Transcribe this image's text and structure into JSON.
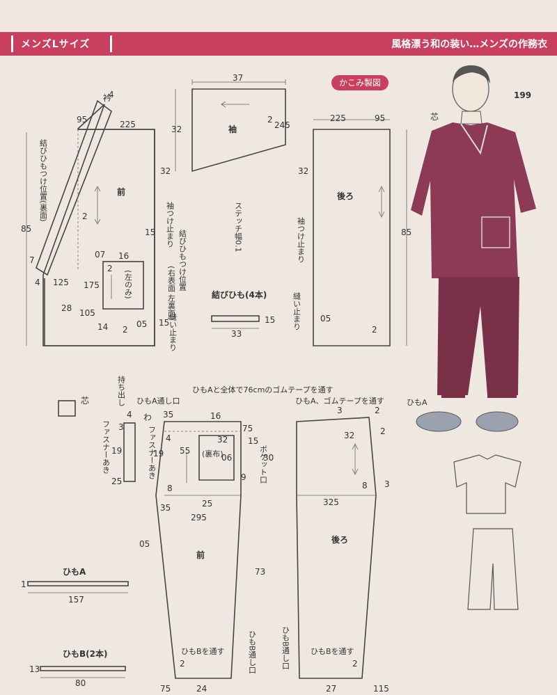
{
  "header": {
    "left": "メンズLサイズ",
    "right": "風格漂う和の装い…メンズの作務衣"
  },
  "badge": "かこみ製図",
  "page_number": "199",
  "jacket_front": {
    "title": "前",
    "collar": "衿",
    "tie_pos": "結びひもつけ位置(裏面)",
    "sleeve_stop": "袖つけ止まり",
    "tie_pos2": "結びひもつけ位置",
    "tie_pos2b": "(右表面 左裏面)",
    "sew_stop": "縫い止まり",
    "pocket_note": "(左のみ)",
    "n4": "4",
    "n95": "95",
    "n225": "225",
    "n32": "32",
    "n2": "2",
    "n85": "85",
    "n7": "7",
    "n4b": "4",
    "n125": "125",
    "n07": "07",
    "n16": "16",
    "n2b": "2",
    "n175": "175",
    "n15": "15",
    "n28": "28",
    "n105": "105",
    "n14": "14",
    "n2c": "2",
    "n05": "05",
    "n15b": "15"
  },
  "sleeve": {
    "title": "袖",
    "n37": "37",
    "n32": "32",
    "n2": "2",
    "n245": "245",
    "stitch": "ステッチ幅0.1"
  },
  "jacket_back": {
    "title": "後ろ",
    "sleeve_stop": "袖つけ止まり",
    "sew_stop": "縫い止まり",
    "core": "芯",
    "n225": "225",
    "n95": "95",
    "n32": "32",
    "n85": "85",
    "n05": "05",
    "n2": "2"
  },
  "tie": {
    "title": "結びひも(4本)",
    "n33": "33",
    "n15": "15"
  },
  "pants_front": {
    "title": "前",
    "grain_note": "ひもA通し口",
    "elastic_note": "ひもAと全体で76cmのゴムテープを通す",
    "pocket_note": "(裏布)",
    "pocket_mouth": "ポケット口",
    "fastener": "ファスナーあき",
    "tieB_thru": "ひもBを通す",
    "tieB_mouth": "ひもB通し口",
    "n35": "35",
    "n16": "16",
    "n75": "75",
    "n4": "4",
    "n32": "32",
    "n15": "15",
    "n19": "19",
    "n55": "55",
    "n06": "06",
    "n30": "30",
    "n8": "8",
    "n25": "25",
    "n9": "9",
    "n35b": "35",
    "n295": "295",
    "n05": "05",
    "n73": "73",
    "n2": "2",
    "n75b": "75",
    "n24": "24"
  },
  "flap": {
    "title": "持ち出し",
    "core": "芯",
    "wa": "わ",
    "fastener": "ファスナーあき",
    "n4": "4",
    "n3": "3",
    "n19": "19",
    "n25": "25"
  },
  "pants_back": {
    "title": "後ろ",
    "elastic_note": "ひもA、ゴムテープを通す",
    "tieA": "ひもA",
    "tieB_mouth": "ひもB通し口",
    "tieB_thru": "ひもBを通す",
    "n3": "3",
    "n2": "2",
    "n2b": "2",
    "n32": "32",
    "n8": "8",
    "n3b": "3",
    "n325": "325",
    "n2c": "2",
    "n27": "27",
    "n115": "115"
  },
  "tieA": {
    "title": "ひもA",
    "n1": "1",
    "n157": "157"
  },
  "tieB": {
    "title": "ひもB(2本)",
    "n13": "13",
    "n80": "80"
  }
}
